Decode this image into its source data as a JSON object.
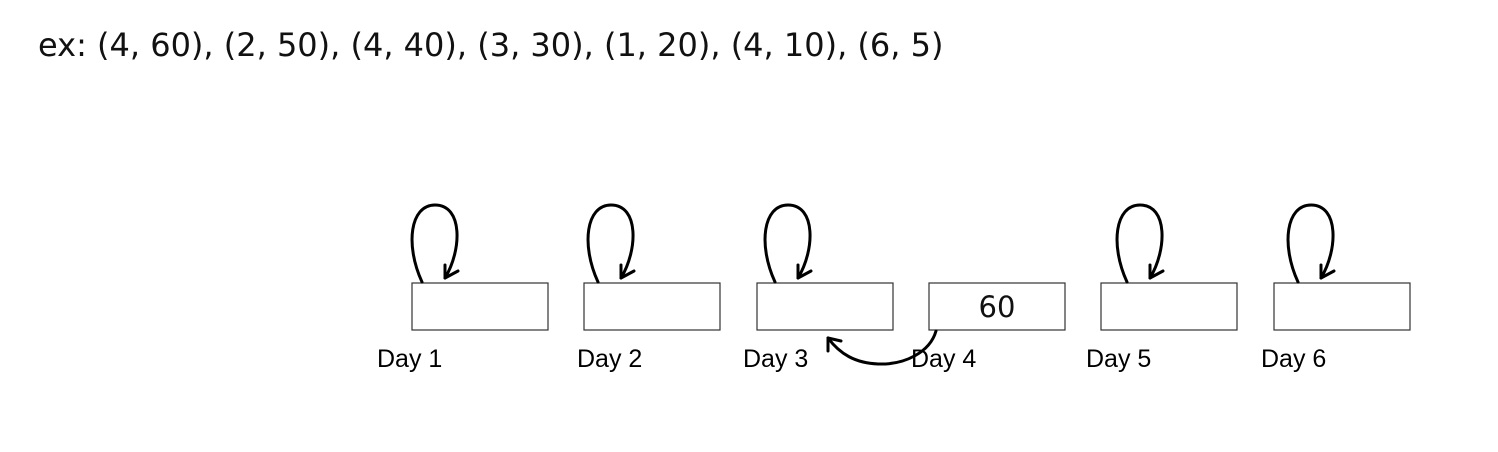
{
  "example": {
    "text": "ex: (4, 60), (2, 50), (4, 40), (3, 30), (1, 20), (4, 10), (6, 5)"
  },
  "days": [
    {
      "label": "Day 1",
      "value": ""
    },
    {
      "label": "Day 2",
      "value": ""
    },
    {
      "label": "Day 3",
      "value": ""
    },
    {
      "label": "Day 4",
      "value": "60"
    },
    {
      "label": "Day 5",
      "value": ""
    },
    {
      "label": "Day 6",
      "value": ""
    }
  ]
}
